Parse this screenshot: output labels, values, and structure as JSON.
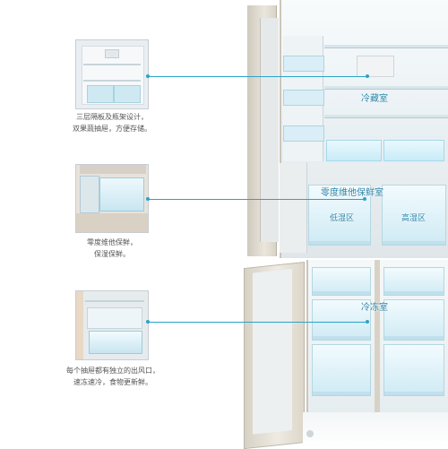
{
  "features": [
    {
      "line1": "三层隔板及瓶架设计，",
      "line2": "双果蔬抽屉，方便存储。"
    },
    {
      "line1": "零度维他保鲜，",
      "line2": "保湿保鲜。"
    },
    {
      "line1": "每个抽屉都有独立的出风口，",
      "line2": "速冻速冷，食物更新鲜。"
    }
  ],
  "zones": {
    "fridge": "冷藏室",
    "zero": "零度维他保鲜室",
    "low_humidity": "低湿区",
    "high_humidity": "高湿区",
    "freezer": "冷冻室"
  },
  "colors": {
    "accent": "#2aa3c7",
    "label": "#2a86ab",
    "frame": "#d9d2c4"
  }
}
